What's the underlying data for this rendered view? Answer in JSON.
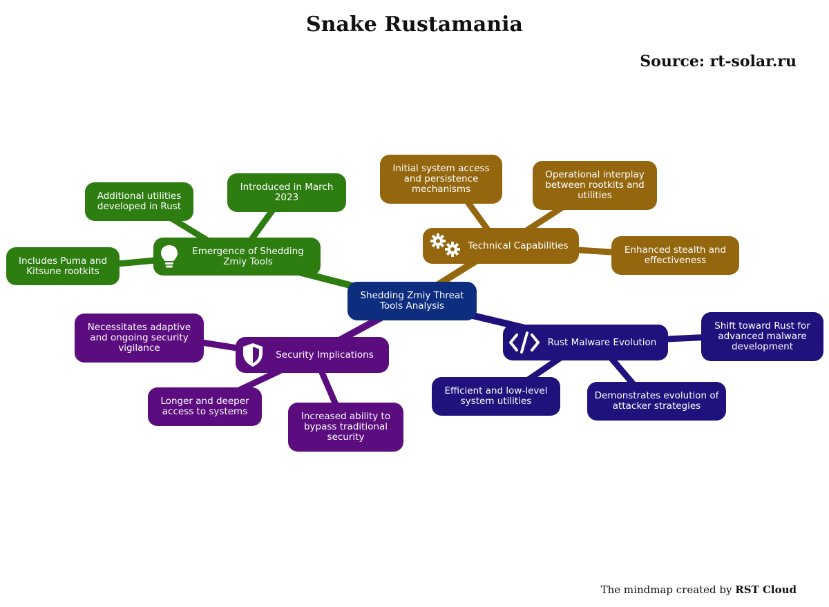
{
  "title": "Snake Rustamania",
  "source": "Source: rt-solar.ru",
  "footer": {
    "prefix": "The mindmap created by",
    "brand": "RST Cloud"
  },
  "colors": {
    "green": "#2e7d11",
    "gold": "#94670f",
    "indigo": "#20127c",
    "purple": "#5b0d80",
    "navy": "#0d2d7e"
  },
  "center": {
    "label": "Shedding Zmiy Threat Tools Analysis"
  },
  "branches": {
    "emergence": {
      "label": "Emergence of Shedding Zmiy Tools",
      "icon": "lightbulb-icon",
      "children": [
        "Additional utilities developed in Rust",
        "Introduced in March 2023",
        "Includes Puma and Kitsune rootkits"
      ]
    },
    "technical": {
      "label": "Technical Capabilities",
      "icon": "gears-icon",
      "children": [
        "Initial system access and persistence mechanisms",
        "Operational interplay between rootkits and utilities",
        "Enhanced stealth and effectiveness"
      ]
    },
    "security": {
      "label": "Security Implications",
      "icon": "shield-icon",
      "children": [
        "Necessitates adaptive and ongoing security vigilance",
        "Longer and deeper access to systems",
        "Increased ability to bypass traditional security"
      ]
    },
    "rust": {
      "label": "Rust Malware Evolution",
      "icon": "code-icon",
      "children": [
        "Shift toward Rust for advanced malware development",
        "Efficient and low-level system utilities",
        "Demonstrates evolution of attacker strategies"
      ]
    }
  }
}
